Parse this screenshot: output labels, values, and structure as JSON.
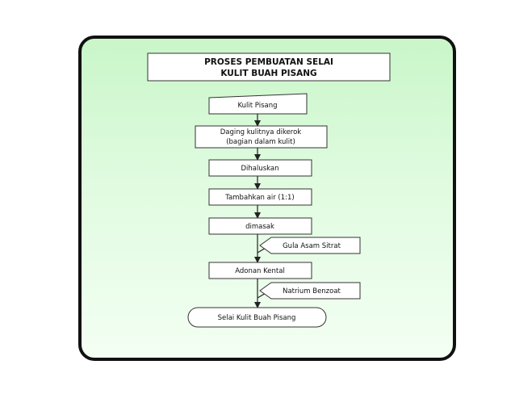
{
  "title": {
    "line1": "PROSES PEMBUATAN SELAI",
    "line2": "KULIT BUAH PISANG"
  },
  "steps": {
    "s1": "Kulit Pisang",
    "s2_line1": "Daging kulitnya dikerok",
    "s2_line2": "(bagian dalam kulit)",
    "s3": "Dihaluskan",
    "s4": "Tambahkan air (1:1)",
    "s5": "dimasak",
    "s6": "Adonan Kental",
    "end": "Selai Kulit Buah Pisang"
  },
  "inputs": {
    "in1": "Gula Asam Sitrat",
    "in2": "Natrium Benzoat"
  }
}
